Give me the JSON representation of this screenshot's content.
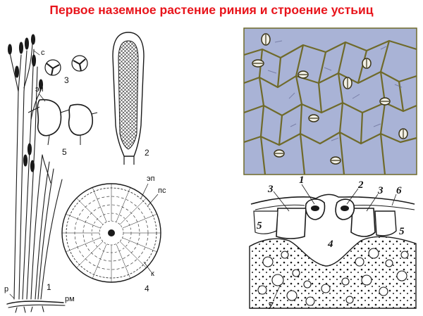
{
  "title": "Первое наземное растение риния и строение устьиц",
  "colors": {
    "title": "#e8141b",
    "ink": "#1a1a1a",
    "micro_bg": "#a9b3d6",
    "micro_wall": "#6f6a2a"
  },
  "plant_labels": {
    "sporangium": "с",
    "rhizoid": "р",
    "rhizome": "рм",
    "fig1": "1"
  },
  "spores": {
    "fig3": "3"
  },
  "epidermis": {
    "ep": "эп",
    "fig5": "5"
  },
  "sporangium_section": {
    "fig2": "2"
  },
  "stem_section": {
    "ep": "эп",
    "ps": "пс",
    "k": "к",
    "fig4": "4"
  },
  "stoma_section": {
    "n1": "1",
    "n2": "2",
    "n3a": "3",
    "n3b": "3",
    "n4": "4",
    "n5a": "5",
    "n5b": "5",
    "n6": "6",
    "n7": "7"
  }
}
